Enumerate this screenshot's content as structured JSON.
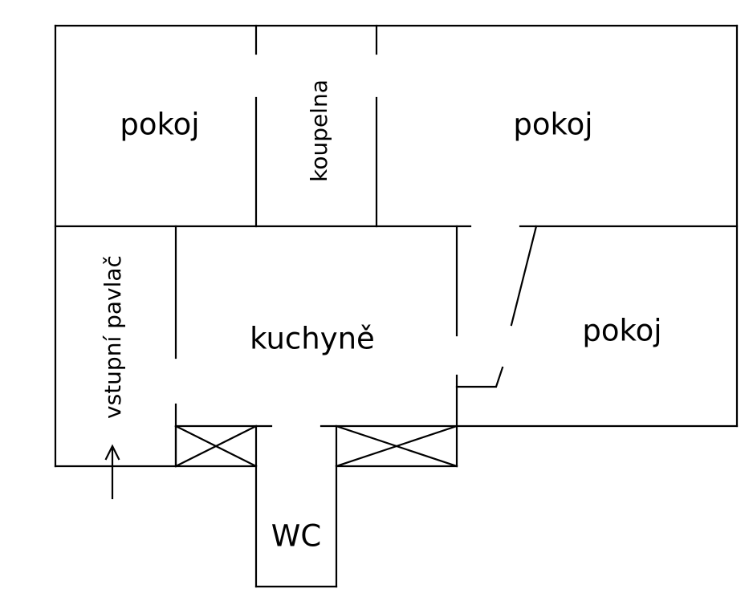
{
  "rooms": {
    "room_top_left": "pokoj",
    "bathroom": "koupelna",
    "room_top_right": "pokoj",
    "entry_gallery": "vstupní pavlač",
    "kitchen": "kuchyně",
    "room_right": "pokoj",
    "toilet": "WC"
  },
  "icons": {
    "entrance": "entrance-arrow-icon",
    "built_in_units": "cross-box-icon"
  }
}
